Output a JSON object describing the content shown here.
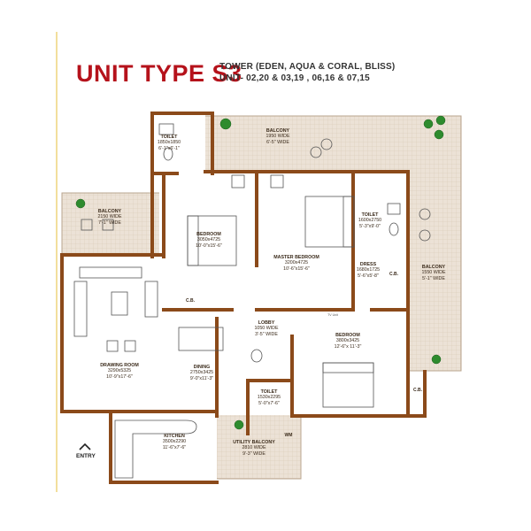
{
  "header": {
    "title": "UNIT TYPE S3",
    "towers": "TOWER (EDEN, AQUA & CORAL, BLISS)",
    "units": "UNIT- 02,20 & 03,19 , 06,16 & 07,15"
  },
  "rooms": [
    {
      "key": "toilet_top",
      "name": "TOILET",
      "dims": "1850x1850",
      "feet": "6'-1\"x6'-1\""
    },
    {
      "key": "balcony_top",
      "name": "BALCONY",
      "dims": "1950 WIDE",
      "feet": "6'-5\" WIDE"
    },
    {
      "key": "balcony_left",
      "name": "BALCONY",
      "dims": "2150 WIDE",
      "feet": "7'-1\" WIDE"
    },
    {
      "key": "bedroom1",
      "name": "BEDROOM",
      "dims": "3050x4725",
      "feet": "10'-0\"x15'-6\""
    },
    {
      "key": "master",
      "name": "MASTER BEDROOM",
      "dims": "3200x4725",
      "feet": "10'-6\"x15'-6\""
    },
    {
      "key": "toilet_master",
      "name": "TOILET",
      "dims": "1600x2750",
      "feet": "5'-3\"x9'-0\""
    },
    {
      "key": "dress",
      "name": "DRESS",
      "dims": "1680x1725",
      "feet": "5'-6\"x5'-8\""
    },
    {
      "key": "balcony_right",
      "name": "BALCONY",
      "dims": "1550 WIDE",
      "feet": "5'-1\" WIDE"
    },
    {
      "key": "lobby",
      "name": "LOBBY",
      "dims": "1050 WIDE",
      "feet": "3'-5\" WIDE"
    },
    {
      "key": "bedroom2",
      "name": "BEDROOM",
      "dims": "3800x3425",
      "feet": "12'-6\"x 11'-3\""
    },
    {
      "key": "drawing",
      "name": "DRAWING ROOM",
      "dims": "3290x5325",
      "feet": "10'-9\"x17'-6\""
    },
    {
      "key": "dining",
      "name": "DINING",
      "dims": "2750x3425",
      "feet": "9'-0\"x11'-3\""
    },
    {
      "key": "toilet_common",
      "name": "TOILET",
      "dims": "1530x2295",
      "feet": "5'-0\"x7'-6\""
    },
    {
      "key": "kitchen",
      "name": "KITCHEN",
      "dims": "3500x2290",
      "feet": "11'-6\"x7'-6\""
    },
    {
      "key": "utility",
      "name": "UTILITY BALCONY",
      "dims": "2810 WIDE",
      "feet": "9'-3\" WIDE"
    }
  ],
  "markers": {
    "cb": "C.B.",
    "wm": "WM",
    "tv": "TV Unit",
    "entry": "ENTRY"
  },
  "colors": {
    "wall": "#8b4a1a",
    "title_red": "#b5121b",
    "balcony_fill": "#e9dfd3",
    "tree_green": "#2e8b2e",
    "accent_line": "#f2df9c"
  }
}
